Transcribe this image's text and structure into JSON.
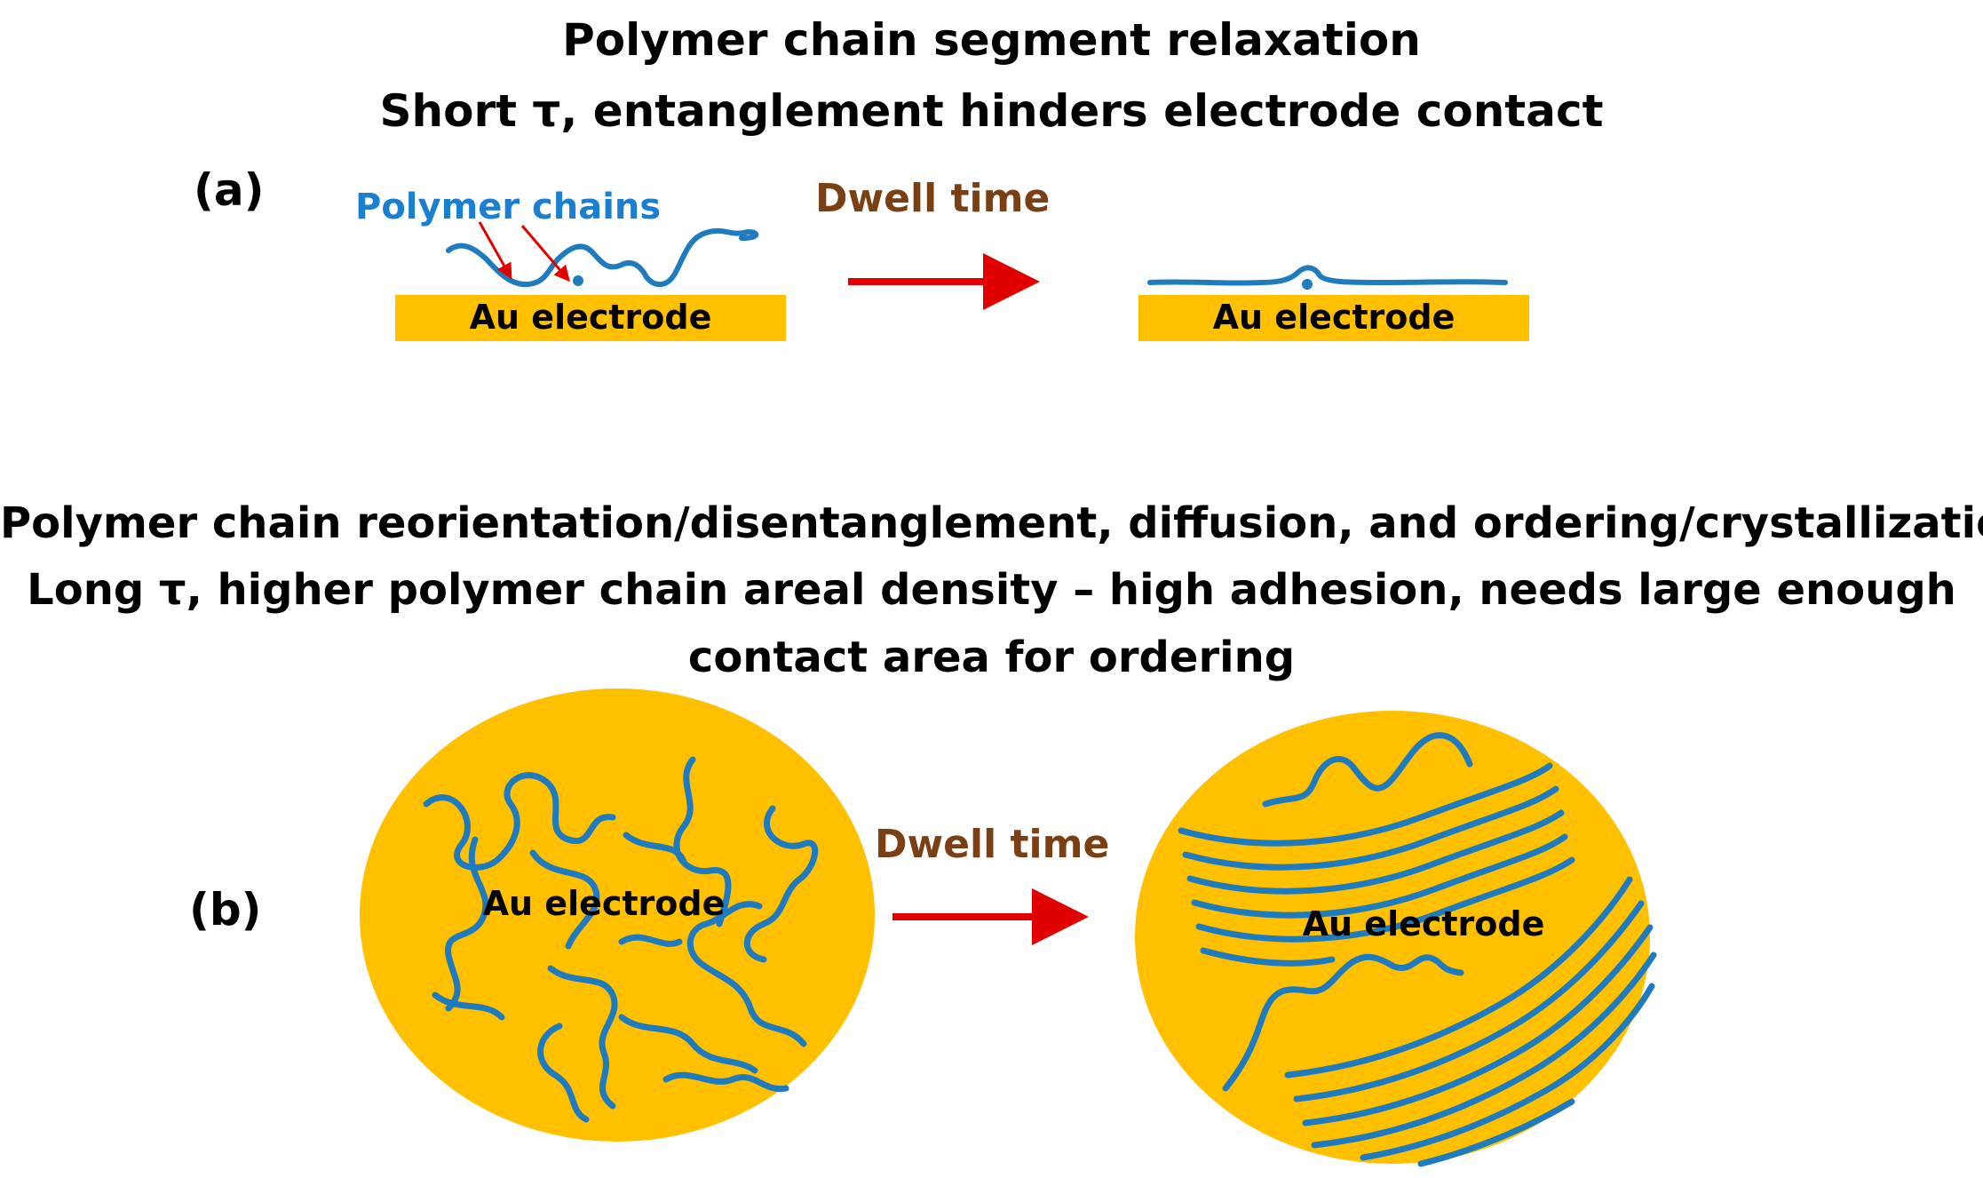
{
  "panel_a": {
    "label": "(a)",
    "title_line1": "Polymer chain segment relaxation",
    "title_line2": "Short τ, entanglement hinders electrode contact",
    "chains_label": "Polymer chains",
    "electrode_left": "Au electrode",
    "arrow_label": "Dwell time",
    "electrode_right": "Au electrode"
  },
  "panel_b": {
    "label": "(b)",
    "title_line1": "Polymer chain reorientation/disentanglement, diffusion, and ordering/crystallization",
    "title_line2": "Long τ, higher polymer chain areal density – high adhesion, needs large enough",
    "title_line3": "contact area for ordering",
    "electrode_left": "Au electrode",
    "arrow_label": "Dwell time",
    "electrode_right": "Au electrode"
  },
  "colors": {
    "gold": "#FFC000",
    "polymer_blue": "#1F7BC0",
    "arrow_red": "#E00000",
    "dwell_brown": "#7B3F14",
    "label_blue": "#1A7FD0"
  }
}
